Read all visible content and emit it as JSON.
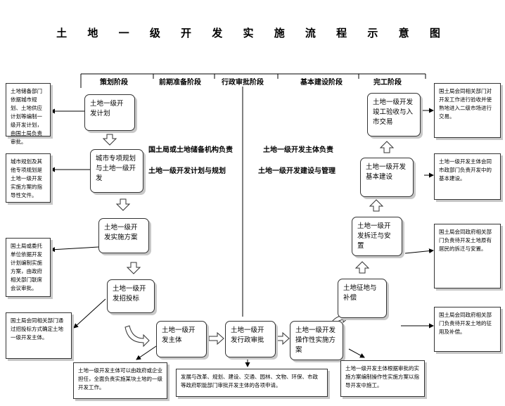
{
  "title": "土 地 一 级 开 发 实 施 流 程 示 意 图",
  "phases": [
    "策划阶段",
    "前期准备阶段",
    "行政审批阶段",
    "基本建设阶段",
    "完工阶段"
  ],
  "headers": {
    "left_top": "国土局或土地储备机构负责",
    "left_bottom": "土地一级开发计划与规划",
    "right_top": "土地一级开发主体负责",
    "right_bottom": "土地一级开发建设与管理"
  },
  "steps": {
    "s1": "土地一级开发计划",
    "s2": "城市专项规划与土地一级开发",
    "s3": "土地一级开发实施方案",
    "s4": "土地一级开发招投标",
    "s5": "土地一级开发主体",
    "s6": "土地一级开发行政审批",
    "s7": "土地一级开发操作性实施方案",
    "s8": "土地征地与补偿",
    "s9": "土地一级开发拆迁与安置",
    "s10": "土地一级开发基本建设",
    "s11": "土地一级开发竣工验收与入市交易"
  },
  "notes": {
    "n1": "土地储备部门依据城市规划、土地供应计划等编制一级开发计划，由国土局负责审批。",
    "n2": "城市规划及其他专项规划是土地一级开发实施方案的指导性文件。",
    "n3": "国土局或委托单位依据开发计划编制实施方案，由政府相关部门联席会议审批。",
    "n4": "国土局会同相关部门通过招投标方式确定土地一级开发主体。",
    "n5": "土地一级开发主体可以由政府或企业担任，全面负责实施某块土地的一级开发工作。",
    "n6": "发展与改革、规划、建设、交通、园林、文物、环保、市政等政府职能部门审批开发主体的各项申请。",
    "n7": "土地一级开发主体根据审批的实施方案编制操作性实施方案以指导开发中施工。",
    "n8": "国土局会同政府相关部门负责待开发土地的征用及补偿。",
    "n9": "国土局会同政府相关部门负责待开发土地原有居民的拆迁与安置。",
    "n10": "土地一级开发主体会同市政部门负责开发中的基本建设。",
    "n11": "国土局会同相关部门对开发工作进行验收并使熟地进入二级市场进行交易。"
  }
}
